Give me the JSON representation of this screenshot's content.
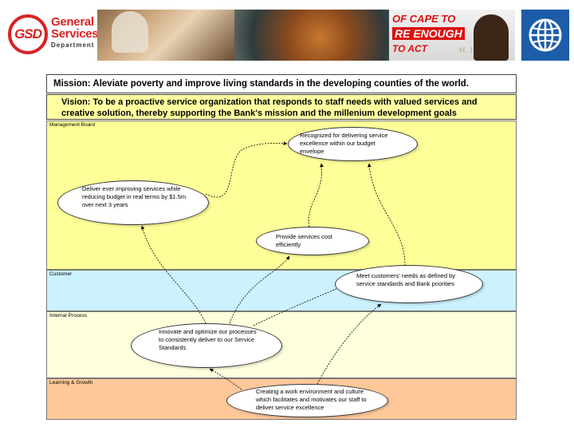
{
  "header": {
    "logo_gsd": {
      "mark": "GSD",
      "line1": "General",
      "line2": "Services",
      "line3": "Department"
    },
    "photo_banner": {
      "line1": "OF CAPE TO",
      "line2": "RE ENOUGH",
      "line3": "TO ACT",
      "tag": "H.I.V"
    },
    "icons": [
      "globe-icon"
    ]
  },
  "diagram": {
    "mission": "Mission: Aleviate poverty and improve living standards in the developing counties of the world.",
    "vision": "Vision: To be a proactive service organization that responds to staff needs with valued services and creative solution, thereby supporting the Bank's mission and the millenium development goals",
    "bands": {
      "management": "Management Board",
      "customer": "Customer",
      "internal": "Internal Process",
      "learning": "Learning & Growth"
    },
    "nodes": {
      "recognized": "Recognized for delivering service excellence within our budget envelope",
      "deliver": "Deliver ever improving services while reducing budget in real terms by $1.5m over next 3 years",
      "provide": "Provide services cost efficiently",
      "meet": "Meet customers' needs as defined by service standards and Bank priorities",
      "innovate": "Innovate and optimize our processes to consistently deliver to our Service Standards",
      "creating": "Creating a work environment and culture which facilitates and motivates our staff to deliver service excellence"
    },
    "colors": {
      "mission_bg": "#ffffff",
      "vision_bg": "#ffffa0",
      "management_bg": "#ffff99",
      "customer_bg": "#ccf2ff",
      "internal_bg": "#ffffdd",
      "learning_bg": "#ffc899"
    }
  }
}
